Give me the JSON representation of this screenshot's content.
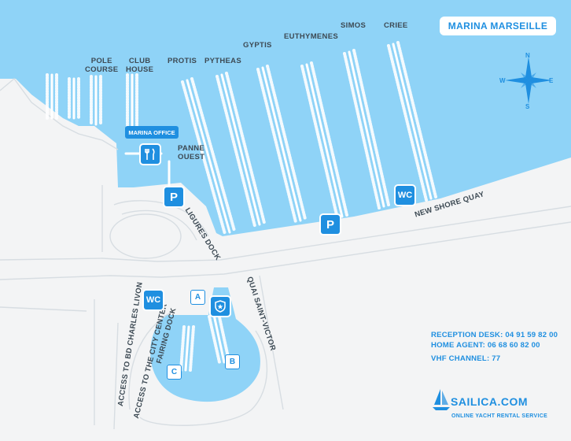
{
  "title": "MARINA MARSEILLE",
  "basins": {
    "pole_course": "POLE\nCOURSE",
    "club_house": "CLUB\nHOUSE",
    "protis": "PROTIS",
    "pytheas": "PYTHEAS",
    "gyptis": "GYPTIS",
    "euthymenes": "EUTHYMENES",
    "simos": "SIMOS",
    "criee": "CRIEE",
    "panne_ouest": "PANNE\nOUEST"
  },
  "streets": {
    "ligures_dock": "LIGURES DOCK",
    "new_shore_quay": "NEW SHORE QUAY",
    "quai_saint_victor": "QUAI SAINT-VICTOR",
    "fairing_dock": "FAIRING DOCK",
    "access_city_center": "ACCESS TO THE CITY CENTER",
    "access_bd": "ACCESS TO BD CHARLES LIVON"
  },
  "markers": {
    "marina_office": "MARINA OFFICE",
    "wc": "WC",
    "parking": "P",
    "a": "A",
    "b": "B",
    "c": "C"
  },
  "compass": {
    "n": "N",
    "s": "S",
    "e": "E",
    "w": "W"
  },
  "contact": {
    "reception": "RECEPTION DESK: 04 91 59 82 00",
    "home_agent": "HOME AGENT: 06 68 60 82 00",
    "vhf": "VHF CHANNEL: 77"
  },
  "brand": {
    "name": "SAILICA.COM",
    "tagline": "ONLINE YACHT RENTAL SERVICE"
  },
  "colors": {
    "water": "#8fd3f7",
    "land": "#f3f4f5",
    "accent": "#1f8fe0",
    "text": "#3d4a54"
  }
}
